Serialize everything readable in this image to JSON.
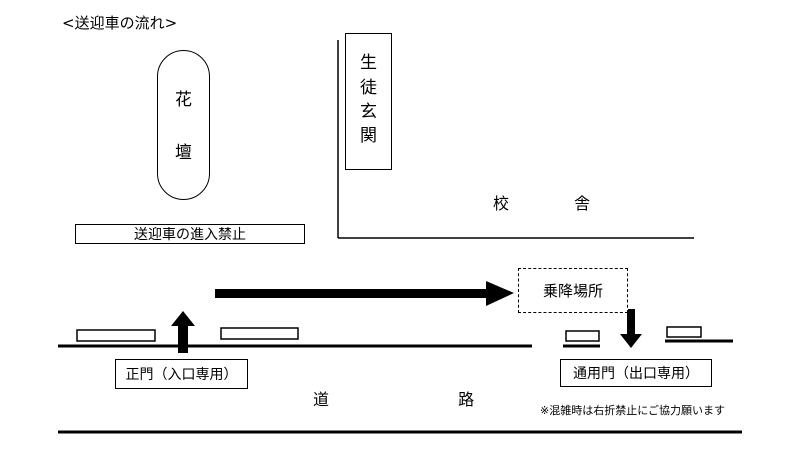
{
  "title": "<送迎車の流れ>",
  "flowerbed": {
    "chars": [
      "花",
      "壇"
    ]
  },
  "entrance": {
    "chars": [
      "生",
      "徒",
      "玄",
      "関"
    ]
  },
  "school_building": "校 舎",
  "no_entry_label": "送迎車の進入禁止",
  "pickup_area": "乗降場所",
  "main_gate": "正門（入口専用）",
  "side_gate": "通用門（出口専用）",
  "road": "道 路",
  "note": "※混雑時は右折禁止にご協力願います"
}
